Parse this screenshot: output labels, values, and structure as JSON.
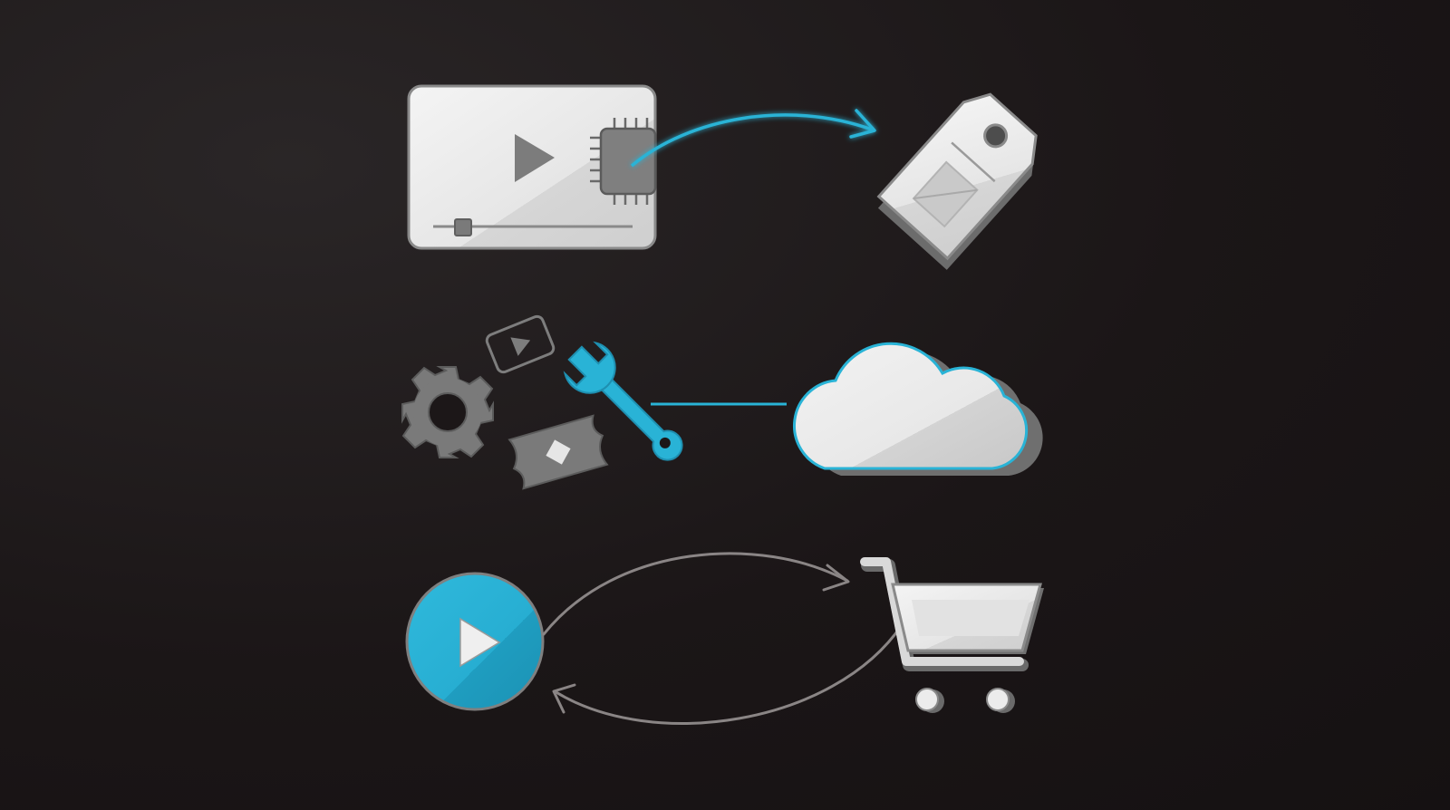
{
  "colors": {
    "background": "#1b1617",
    "accent": "#29b3d6",
    "icon_light": "#ececec",
    "icon_gray": "#7a7a7a",
    "icon_dark_gray": "#5e5e5e",
    "connector_gray": "#8a8585"
  },
  "rows": [
    {
      "icons": [
        "video-player-with-chip-icon",
        "price-tag-icon"
      ],
      "connector": "accent-curved-arrow"
    },
    {
      "icons": [
        "gear-icon",
        "small-video-icon",
        "ticket-icon",
        "wrench-icon",
        "cloud-icon"
      ],
      "connector": "accent-straight-line"
    },
    {
      "icons": [
        "play-circle-icon",
        "shopping-cart-icon"
      ],
      "connector": "gray-bidirectional-curved-arrows"
    }
  ]
}
